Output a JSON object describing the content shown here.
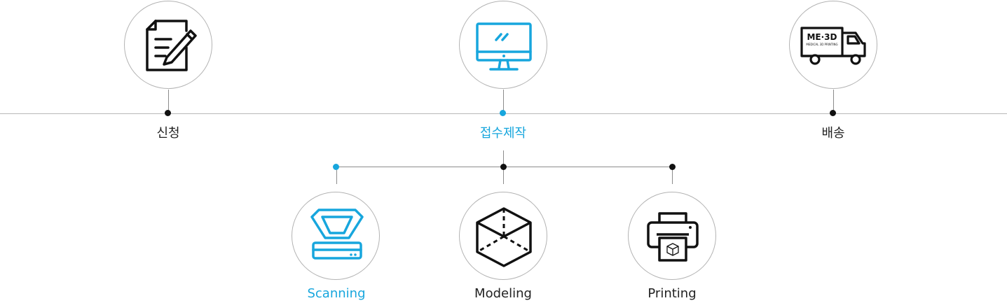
{
  "colors": {
    "accent": "#17a6dd",
    "text": "#222222",
    "line": "#b8b8b8"
  },
  "main_steps": [
    {
      "label": "신청",
      "icon": "document-pencil-icon",
      "active": false
    },
    {
      "label": "접수제작",
      "icon": "monitor-icon",
      "active": true
    },
    {
      "label": "배송",
      "icon": "delivery-truck-icon",
      "active": false
    }
  ],
  "sub_steps": [
    {
      "label": "Scanning",
      "icon": "scanner-icon",
      "active": true
    },
    {
      "label": "Modeling",
      "icon": "3d-cube-icon",
      "active": false
    },
    {
      "label": "Printing",
      "icon": "3d-printer-icon",
      "active": false
    }
  ],
  "truck_logo": {
    "brand": "ME·3D",
    "tagline": "MEDICAL 3D PRINTING"
  }
}
